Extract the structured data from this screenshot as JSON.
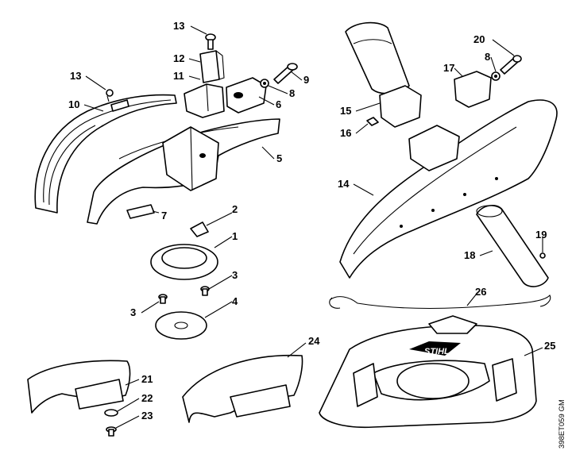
{
  "drawing_code": "398ET059 GM",
  "brand_mark": "STIHL",
  "callouts": [
    {
      "id": "c13a",
      "label": "13"
    },
    {
      "id": "c12",
      "label": "12"
    },
    {
      "id": "c11",
      "label": "11"
    },
    {
      "id": "c13b",
      "label": "13"
    },
    {
      "id": "c10",
      "label": "10"
    },
    {
      "id": "c9",
      "label": "9"
    },
    {
      "id": "c8a",
      "label": "8"
    },
    {
      "id": "c6",
      "label": "6"
    },
    {
      "id": "c5",
      "label": "5"
    },
    {
      "id": "c7",
      "label": "7"
    },
    {
      "id": "c2",
      "label": "2"
    },
    {
      "id": "c1",
      "label": "1"
    },
    {
      "id": "c3a",
      "label": "3"
    },
    {
      "id": "c3b",
      "label": "3"
    },
    {
      "id": "c4",
      "label": "4"
    },
    {
      "id": "c20",
      "label": "20"
    },
    {
      "id": "c8b",
      "label": "8"
    },
    {
      "id": "c17",
      "label": "17"
    },
    {
      "id": "c15",
      "label": "15"
    },
    {
      "id": "c16",
      "label": "16"
    },
    {
      "id": "c14",
      "label": "14"
    },
    {
      "id": "c19",
      "label": "19"
    },
    {
      "id": "c18",
      "label": "18"
    },
    {
      "id": "c26",
      "label": "26"
    },
    {
      "id": "c24",
      "label": "24"
    },
    {
      "id": "c25",
      "label": "25"
    },
    {
      "id": "c21",
      "label": "21"
    },
    {
      "id": "c22",
      "label": "22"
    },
    {
      "id": "c23",
      "label": "23"
    }
  ]
}
